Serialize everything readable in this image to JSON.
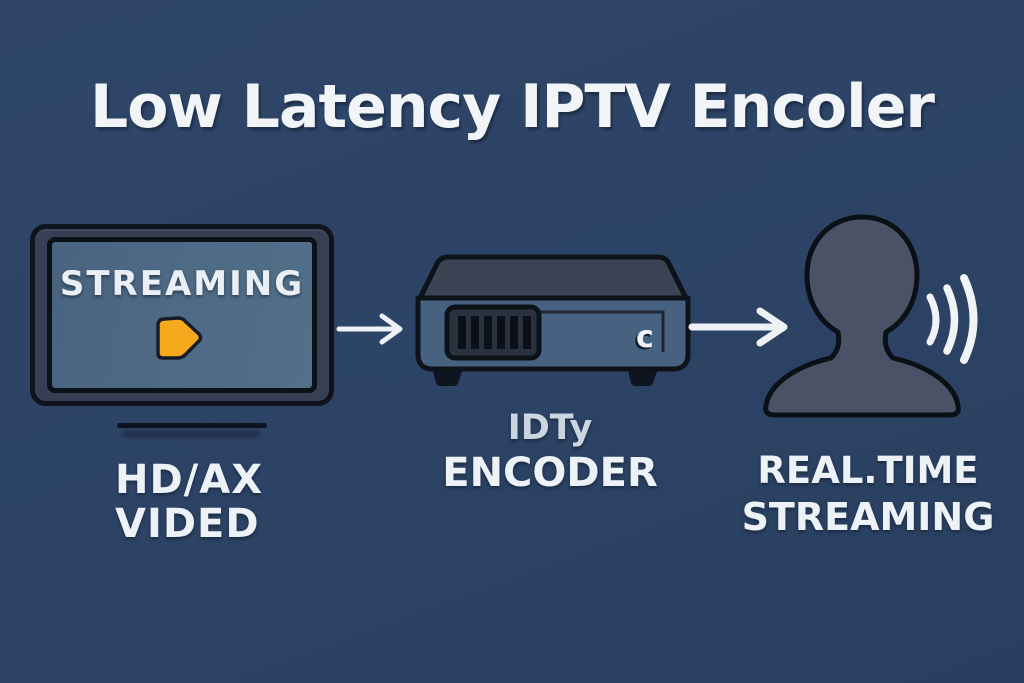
{
  "title": "Low Latency IPTV Encoler",
  "palette": {
    "background": "#2c4365",
    "text": "#f2f5f8",
    "accent_orange": "#f6a91c",
    "tv_frame": "#363f54",
    "tv_screen": "#4c6782",
    "device_body": "#476281",
    "device_lid": "#3b4354",
    "silhouette": "#4a5366"
  },
  "source": {
    "screen_label": "STREAMING",
    "caption_line1": "HD/AX",
    "caption_line2": "VIDED"
  },
  "encoder": {
    "logo": "c",
    "caption_line1": "IDTy",
    "caption_line2": "ENCODER"
  },
  "viewer": {
    "caption_line1": "REAL.TIME",
    "caption_line2": "STREAMING"
  },
  "icons": [
    "play-icon",
    "vent-grille-icon",
    "flow-arrow-icon",
    "signal-waves-icon"
  ]
}
